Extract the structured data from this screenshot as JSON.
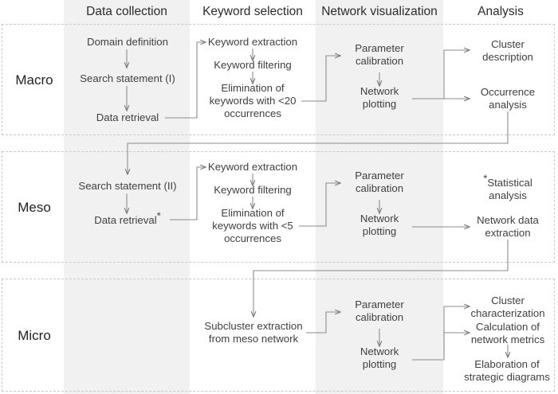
{
  "columns": [
    {
      "key": "data_collection",
      "label": "Data collection"
    },
    {
      "key": "keyword_selection",
      "label": "Keyword selection"
    },
    {
      "key": "network_visualization",
      "label": "Network visualization"
    },
    {
      "key": "analysis",
      "label": "Analysis"
    }
  ],
  "rows": [
    {
      "key": "macro",
      "label": "Macro"
    },
    {
      "key": "meso",
      "label": "Meso"
    },
    {
      "key": "micro",
      "label": "Micro"
    }
  ],
  "colors": {
    "band": "#f1f1f1",
    "row_border": "#c9c9c9",
    "text": "#404040",
    "arrow": "#7a7a7a"
  },
  "nodes": {
    "macro": {
      "domain_definition": "Domain definition",
      "search_statement": "Search statement (I)",
      "data_retrieval": "Data retrieval",
      "keyword_extraction": "Keyword extraction",
      "keyword_filtering": "Keyword filtering",
      "elimination": "Elimination of\nkeywords with <20\noccurrences",
      "parameter_calibration": "Parameter\ncalibration",
      "network_plotting": "Network\nplotting",
      "cluster_description": "Cluster\ndescription",
      "occurrence_analysis": "Occurrence\nanalysis"
    },
    "meso": {
      "search_statement": "Search statement (II)",
      "data_retrieval": "Data retrieval",
      "data_retrieval_star": "*",
      "keyword_extraction": "Keyword extraction",
      "keyword_filtering": "Keyword filtering",
      "elimination": "Elimination of\nkeywords with <5\noccurrences",
      "parameter_calibration": "Parameter\ncalibration",
      "network_plotting": "Network\nplotting",
      "statistical_star": "*",
      "statistical_analysis": "Statistical\nanalysis",
      "network_data_extraction": "Network data\nextraction"
    },
    "micro": {
      "subcluster_extraction": "Subcluster extraction\nfrom meso network",
      "parameter_calibration": "Parameter\ncalibration",
      "network_plotting": "Network\nplotting",
      "cluster_characterization": "Cluster\ncharacterization",
      "calculation_network_metrics": "Calculation of\nnetwork metrics",
      "elaboration_strategic_diagrams": "Elaboration of\nstrategic diagrams"
    }
  }
}
